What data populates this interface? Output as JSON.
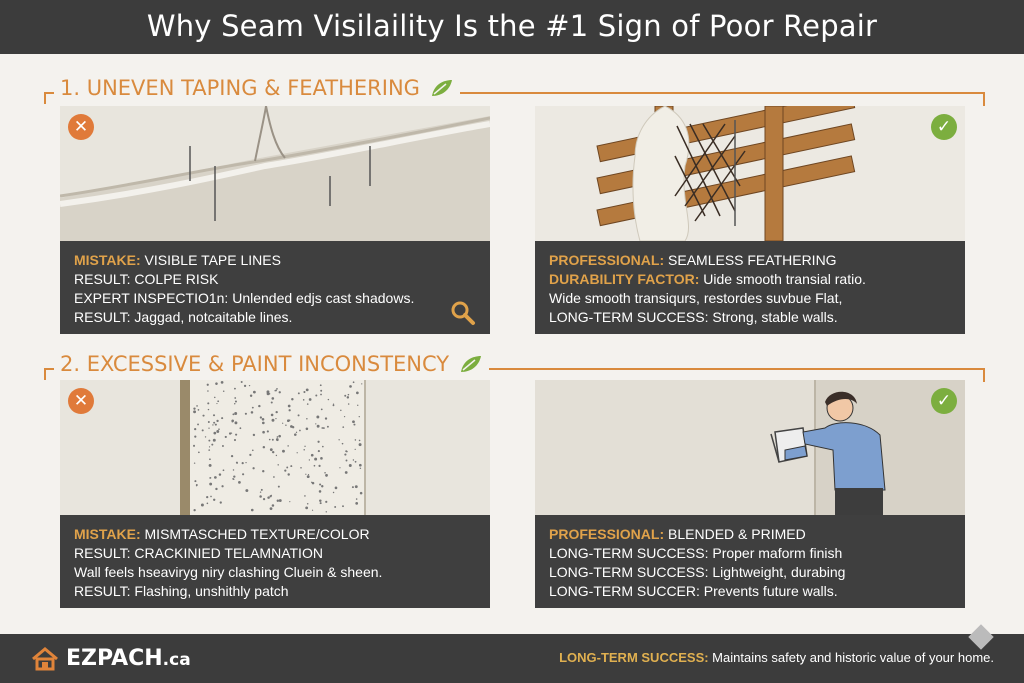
{
  "header": {
    "title": "Why Seam Visilaility Is the #1 Sign of Poor Repair"
  },
  "sections": [
    {
      "title": "1. UNEVEN TAPING & FEATHERING"
    },
    {
      "title": "2. EXCESSIVE & PAINT INCONSTENCY"
    }
  ],
  "cards": [
    {
      "lines": [
        {
          "label": "MISTAKE:",
          "text": " VISIBLE TAPE LINES"
        },
        {
          "label": "RESULT:",
          "text": " COLPE RISK"
        },
        {
          "label": "EXPERT INSPECTIO1n:",
          "text": " Unlended edjs cast shadows."
        },
        {
          "label": "RESULT:",
          "text": " Jaggad, notcaitable lines."
        }
      ]
    },
    {
      "lines": [
        {
          "label": "PROFESSIONAL:",
          "text": " SEAMLESS FEATHERING"
        },
        {
          "label": "DURABILITY FACTOR:",
          "text": " Uide smooth transial ratio."
        },
        {
          "label": "",
          "text": "Wide smooth transiqurs, restordes suvbue Flat,"
        },
        {
          "label": "LONG-TERM SUCCESS:",
          "text": " Strong, stable walls."
        }
      ]
    },
    {
      "lines": [
        {
          "label": "MISTAKE:",
          "text": " MISMTASCHED TEXTURE/COLOR"
        },
        {
          "label": "RESULT:",
          "text": " CRACKINIED TELAMNATION"
        },
        {
          "label": "",
          "text": "Wall feels hseaviryg niry clashing Cluein & sheen."
        },
        {
          "label": "RESULT:",
          "text": " Flashing, unshithly patch"
        }
      ]
    },
    {
      "lines": [
        {
          "label": "PROFESSIONAL:",
          "text": " BLENDED & PRIMED"
        },
        {
          "label": "LONG-TERM SUCCESS:",
          "text": " Proper maform finish"
        },
        {
          "label": "LONG-TERM SUCCESS:",
          "text": " Lightweight, durabing"
        },
        {
          "label": "LONG-TERM SUCCER:",
          "text": " Prevents future walls."
        }
      ]
    }
  ],
  "badges": {
    "mistake": "✕",
    "pro": "✓"
  },
  "footer": {
    "brand": "EZPACH",
    "tld": ".ca",
    "note_label": "LONG-TERM SUCCESS:",
    "note_text": " Maintains safety and historic value of your home."
  },
  "colors": {
    "accent": "#d98a3d",
    "dark": "#3c3c3c",
    "mistake": "#e07a3a",
    "pro": "#7cae3f"
  }
}
